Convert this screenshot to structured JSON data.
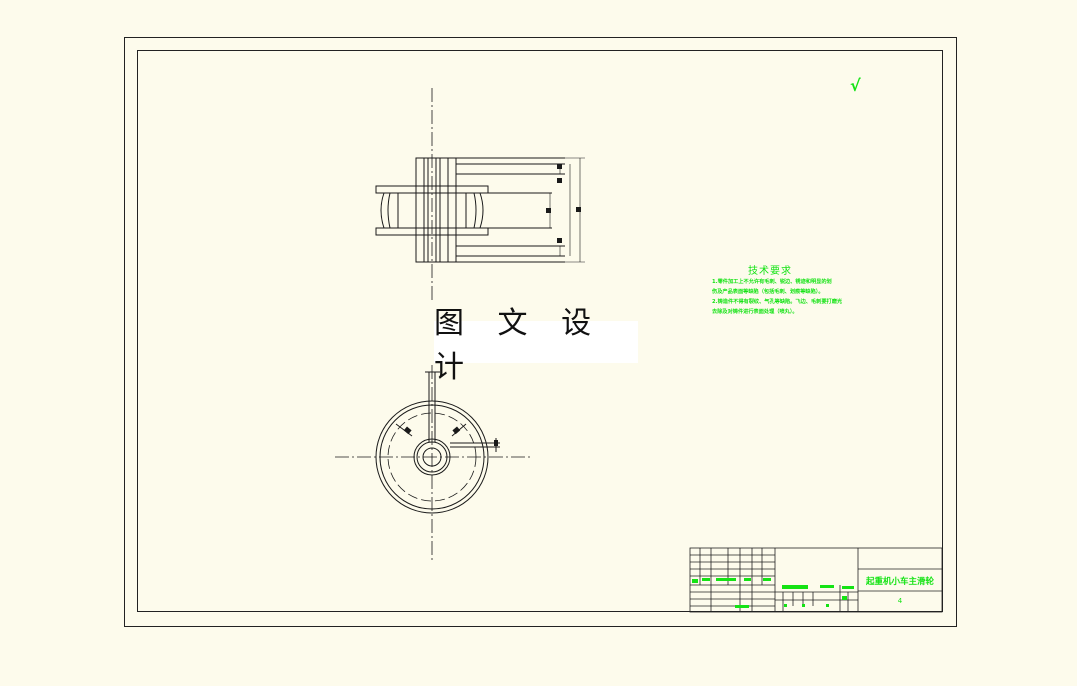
{
  "drawing": {
    "watermark_text": "图 文 设 计",
    "roughness_symbol": "√",
    "tech_requirements": {
      "title": "技术要求",
      "lines": [
        "1.零件加工上不允许有毛刺、锐边、锈迹和明显的划",
        "  伤及产品表面等缺陷（包括毛刺、划痕等缺陷）。",
        "2.铸造件不得有裂纹、气孔等缺陷。飞边、毛刺要打磨光",
        "  去除及对铸件进行表面处理（喷丸）。"
      ]
    },
    "title_block": {
      "drawing_title": "起重机小车主滑轮",
      "sheet_number": "4"
    }
  },
  "colors": {
    "background": "#fdfbec",
    "lines": "#1a1a1a",
    "annotation_green": "#14e314"
  }
}
